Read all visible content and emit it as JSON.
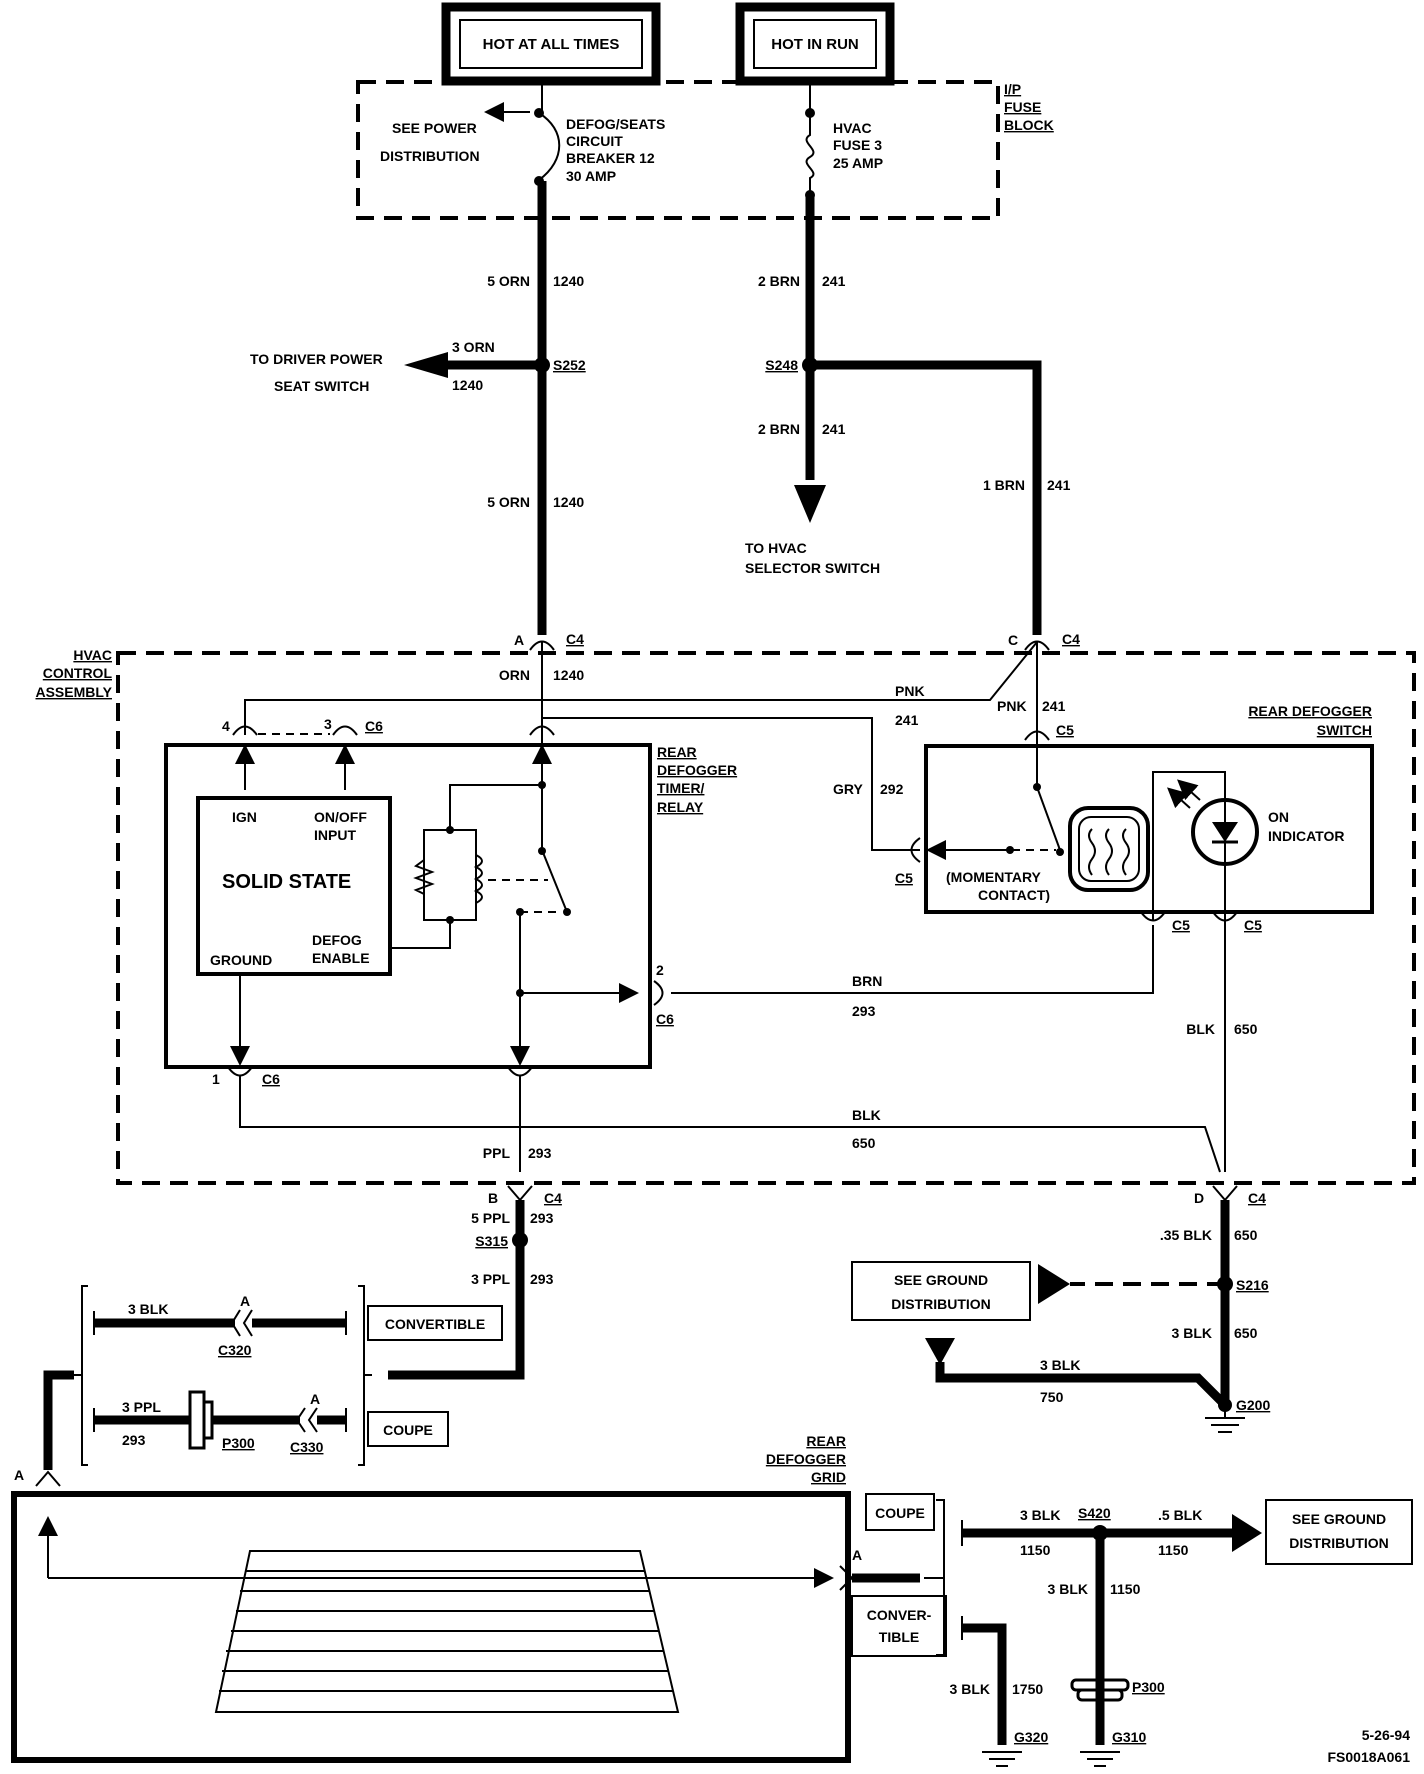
{
  "top_boxes": {
    "hot_all_times": "HOT AT ALL TIMES",
    "hot_in_run": "HOT IN RUN"
  },
  "fuse_block": {
    "label": [
      "I/P",
      "FUSE",
      "BLOCK"
    ],
    "see_power": [
      "SEE POWER",
      "DISTRIBUTION"
    ],
    "breaker": [
      "DEFOG/SEATS",
      "CIRCUIT",
      "BREAKER 12",
      "30 AMP"
    ],
    "fuse": [
      "HVAC",
      "FUSE 3",
      "25 AMP"
    ]
  },
  "wires": {
    "w_5orn_a": "5 ORN",
    "w_1240_a": "1240",
    "w_3orn": "3 ORN",
    "w_1240_b": "1240",
    "w_5orn_c": "5 ORN",
    "w_1240_c": "1240",
    "w_2brn_a": "2 BRN",
    "w_241_a": "241",
    "w_2brn_b": "2 BRN",
    "w_241_b": "241",
    "w_1brn": "1 BRN",
    "w_241_c": "241",
    "w_orn": "ORN",
    "w_1240_d": "1240",
    "w_pnk_a": "PNK",
    "w_241_d": "241",
    "w_pnk_b": "PNK",
    "w_241_e": "241",
    "w_gry": "GRY",
    "w_292": "292",
    "w_brn": "BRN",
    "w_293_a": "293",
    "w_blk_a": "BLK",
    "w_650_a": "650",
    "w_blk_b": "BLK",
    "w_650_b": "650",
    "w_ppl": "PPL",
    "w_293_b": "293",
    "w_5ppl": "5 PPL",
    "w_293_c": "293",
    "w_3ppl_a": "3 PPL",
    "w_293_d": "293",
    "w_35blk": ".35 BLK",
    "w_650_c": "650",
    "w_3blk_a": "3 BLK",
    "w_650_d": "650",
    "w_3blk_b": "3 BLK",
    "w_750": "750",
    "w_3blk_c": "3 BLK",
    "w_3ppl_b": "3 PPL",
    "w_293_e": "293",
    "w_3blk_d": "3 BLK",
    "w_1150_a": "1150",
    "w_5blk": ".5 BLK",
    "w_1150_b": "1150",
    "w_3blk_e": "3 BLK",
    "w_1150_c": "1150",
    "w_3blk_f": "3 BLK",
    "w_1750": "1750"
  },
  "splices": {
    "s252": "S252",
    "s248": "S248",
    "s315": "S315",
    "s216": "S216",
    "s420": "S420"
  },
  "destinations": {
    "driver_seat": [
      "TO DRIVER POWER",
      "SEAT SWITCH"
    ],
    "hvac_selector": [
      "TO HVAC",
      "SELECTOR SWITCH"
    ],
    "see_ground_a": [
      "SEE GROUND",
      "DISTRIBUTION"
    ],
    "see_ground_b": [
      "SEE GROUND",
      "DISTRIBUTION"
    ]
  },
  "hvac_assembly": {
    "label": [
      "HVAC",
      "CONTROL",
      "ASSEMBLY"
    ]
  },
  "connectors": {
    "c4": "C4",
    "c5": "C5",
    "c6": "C6",
    "c320": "C320",
    "c330": "C330",
    "p300": "P300",
    "pin_a": "A",
    "pin_b": "B",
    "pin_c": "C",
    "pin_d": "D",
    "pin_1": "1",
    "pin_2": "2",
    "pin_3": "3",
    "pin_4": "4"
  },
  "timer_relay": {
    "label": [
      "REAR",
      "DEFOGGER",
      "TIMER/",
      "RELAY"
    ],
    "ign": "IGN",
    "onoff": [
      "ON/OFF",
      "INPUT"
    ],
    "solid_state": "SOLID STATE",
    "ground": "GROUND",
    "defog_enable": [
      "DEFOG",
      "ENABLE"
    ]
  },
  "switch": {
    "label": [
      "REAR DEFOGGER",
      "SWITCH"
    ],
    "momentary": [
      "(MOMENTARY",
      "CONTACT)"
    ],
    "on_indicator": [
      "ON",
      "INDICATOR"
    ]
  },
  "variants": {
    "convertible": "CONVERTIBLE",
    "coupe_a": "COUPE",
    "coupe_b": "COUPE",
    "convertible_b": [
      "CONVER-",
      "TIBLE"
    ]
  },
  "grid": {
    "label": [
      "REAR",
      "DEFOGGER",
      "GRID"
    ]
  },
  "grounds": {
    "g200": "G200",
    "g320": "G320",
    "g310": "G310"
  },
  "footer": {
    "date": "5-26-94",
    "code": "FS0018A061"
  }
}
